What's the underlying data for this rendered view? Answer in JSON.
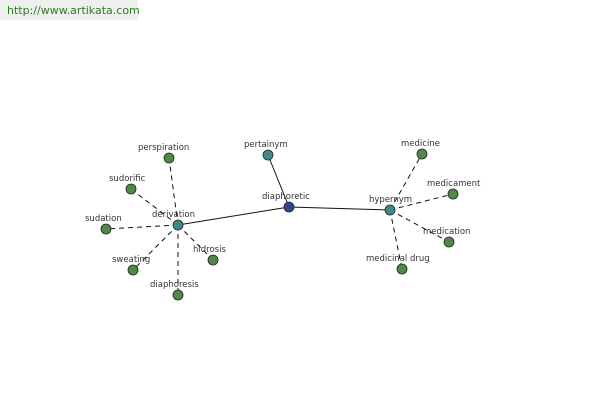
{
  "header": {
    "url": "http://www.artikata.com"
  },
  "graph": {
    "colors": {
      "center": "#2d4a8a",
      "hub": "#3d8a8a",
      "leaf": "#4e8a45",
      "stroke": "#222222",
      "edge": "#111111"
    },
    "nodes": [
      {
        "id": "diaphoretic",
        "label": "diaphoretic",
        "kind": "center"
      },
      {
        "id": "pertainym",
        "label": "pertainym",
        "kind": "hub"
      },
      {
        "id": "derivation",
        "label": "derivation",
        "kind": "hub"
      },
      {
        "id": "hypernym",
        "label": "hypernym",
        "kind": "hub"
      },
      {
        "id": "perspiration",
        "label": "perspiration",
        "kind": "leaf"
      },
      {
        "id": "sudorific",
        "label": "sudorific",
        "kind": "leaf"
      },
      {
        "id": "sudation",
        "label": "sudation",
        "kind": "leaf"
      },
      {
        "id": "sweating",
        "label": "sweating",
        "kind": "leaf"
      },
      {
        "id": "diaphoresis",
        "label": "diaphoresis",
        "kind": "leaf"
      },
      {
        "id": "hidrosis",
        "label": "hidrosis",
        "kind": "leaf"
      },
      {
        "id": "medicine",
        "label": "medicine",
        "kind": "leaf"
      },
      {
        "id": "medicament",
        "label": "medicament",
        "kind": "leaf"
      },
      {
        "id": "medication",
        "label": "medication",
        "kind": "leaf"
      },
      {
        "id": "medicinal-drug",
        "label": "medicinal drug",
        "kind": "leaf"
      }
    ],
    "edges": [
      {
        "from": "diaphoretic",
        "to": "pertainym",
        "style": "solid"
      },
      {
        "from": "diaphoretic",
        "to": "derivation",
        "style": "solid"
      },
      {
        "from": "diaphoretic",
        "to": "hypernym",
        "style": "solid"
      },
      {
        "from": "derivation",
        "to": "perspiration",
        "style": "dashed"
      },
      {
        "from": "derivation",
        "to": "sudorific",
        "style": "dashed"
      },
      {
        "from": "derivation",
        "to": "sudation",
        "style": "dashed"
      },
      {
        "from": "derivation",
        "to": "sweating",
        "style": "dashed"
      },
      {
        "from": "derivation",
        "to": "diaphoresis",
        "style": "dashed"
      },
      {
        "from": "derivation",
        "to": "hidrosis",
        "style": "dashed"
      },
      {
        "from": "hypernym",
        "to": "medicine",
        "style": "dashed"
      },
      {
        "from": "hypernym",
        "to": "medicament",
        "style": "dashed"
      },
      {
        "from": "hypernym",
        "to": "medication",
        "style": "dashed"
      },
      {
        "from": "hypernym",
        "to": "medicinal-drug",
        "style": "dashed"
      }
    ]
  }
}
